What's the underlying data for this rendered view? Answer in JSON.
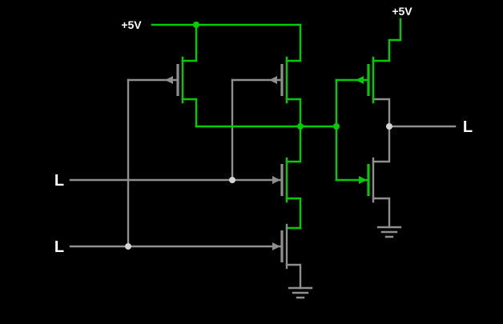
{
  "app": {
    "background": "#000000"
  },
  "colors": {
    "high": "#00cc00",
    "low": "#8f8f8f",
    "junction": "#d4d4d4",
    "text": "#ffffff"
  },
  "labels": {
    "vdd_left": "+5V",
    "vdd_right": "+5V",
    "input_a": "L",
    "input_b": "L",
    "output": "L"
  },
  "components": [
    {
      "name": "pmos-pullup-b",
      "kind": "p-channel-mosfet"
    },
    {
      "name": "pmos-pullup-a",
      "kind": "p-channel-mosfet"
    },
    {
      "name": "nmos-pulldown-a",
      "kind": "n-channel-mosfet"
    },
    {
      "name": "nmos-pulldown-b",
      "kind": "n-channel-mosfet"
    },
    {
      "name": "pmos-inverter",
      "kind": "p-channel-mosfet"
    },
    {
      "name": "nmos-inverter",
      "kind": "n-channel-mosfet"
    },
    {
      "name": "ground-left",
      "kind": "ground"
    },
    {
      "name": "ground-right",
      "kind": "ground"
    }
  ]
}
